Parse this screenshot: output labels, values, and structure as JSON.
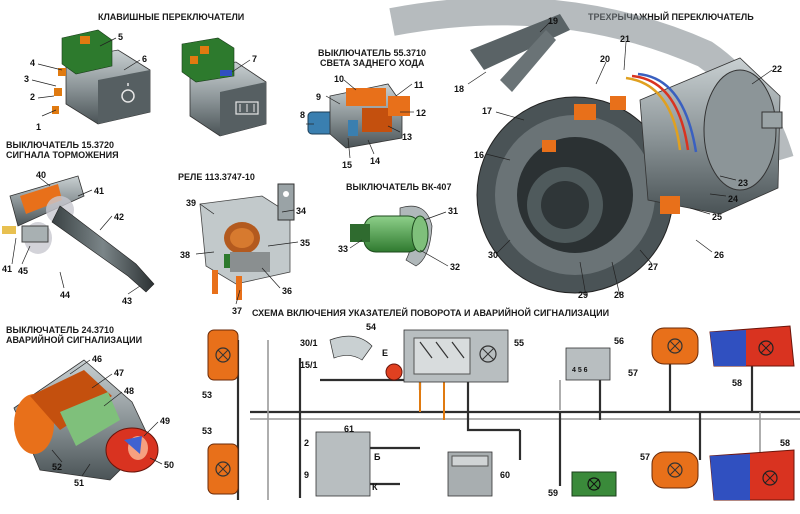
{
  "titles": {
    "key_switches": "КЛАВИШНЫЕ ПЕРЕКЛЮЧАТЕЛИ",
    "three_lever": "ТРЕХРЫЧАЖНЫЙ ПЕРЕКЛЮЧАТЕЛЬ",
    "reverse_switch_l1": "ВЫКЛЮЧАТЕЛЬ 55.3710",
    "reverse_switch_l2": "СВЕТА ЗАДНЕГО ХОДА",
    "brake_switch_l1": "ВЫКЛЮЧАТЕЛЬ 15.3720",
    "brake_switch_l2": "СИГНАЛА ТОРМОЖЕНИЯ",
    "relay": "РЕЛЕ 113.3747-10",
    "vk407": "ВЫКЛЮЧАТЕЛЬ ВК-407",
    "hazard_switch_l1": "ВЫКЛЮЧАТЕЛЬ 24.3710",
    "hazard_switch_l2": "АВАРИЙНОЙ СИГНАЛИЗАЦИИ",
    "scheme": "СХЕМА ВКЛЮЧЕНИЯ УКАЗАТЕЛЕЙ ПОВОРОТА И АВАРИЙНОЙ СИГНАЛИЗАЦИИ"
  },
  "callouts": {
    "n1": "1",
    "n2": "2",
    "n3": "3",
    "n4": "4",
    "n5": "5",
    "n6": "6",
    "n7": "7",
    "n8": "8",
    "n9": "9",
    "n10": "10",
    "n11": "11",
    "n12": "12",
    "n13": "13",
    "n14": "14",
    "n15": "15",
    "n16": "16",
    "n17": "17",
    "n18": "18",
    "n19": "19",
    "n20": "20",
    "n21": "21",
    "n22": "22",
    "n23": "23",
    "n24": "24",
    "n25": "25",
    "n26": "26",
    "n27": "27",
    "n28": "28",
    "n29": "29",
    "n30": "30",
    "n31": "31",
    "n32": "32",
    "n33": "33",
    "n34": "34",
    "n35": "35",
    "n36": "36",
    "n37": "37",
    "n38": "38",
    "n39": "39",
    "n40": "40",
    "n41a": "41",
    "n41b": "41",
    "n42": "42",
    "n43": "43",
    "n44": "44",
    "n45": "45",
    "n46": "46",
    "n47": "47",
    "n48": "48",
    "n49": "49",
    "n50": "50",
    "n51": "51",
    "n52": "52"
  },
  "scheme_labels": {
    "n53a": "53",
    "n53b": "53",
    "n54": "54",
    "n55": "55",
    "n56": "56",
    "n57a": "57",
    "n57b": "57",
    "n58a": "58",
    "n58b": "58",
    "n59": "59",
    "n60": "60",
    "n61": "61",
    "t30_1": "30/1",
    "t15_1": "15/1",
    "tE": "E",
    "t2": "2",
    "t9": "9",
    "tB": "Б",
    "tK": "К",
    "relay_pins": "4  5  6"
  },
  "colors": {
    "orange": "#e8701a",
    "dark_orange": "#c4500e",
    "red": "#d93320",
    "blue": "#2a4fc0",
    "gray_part": "#8c9598",
    "dark_gray": "#4a5356",
    "green": "#3a8a3a",
    "wire_dark": "#2e2e2e"
  }
}
